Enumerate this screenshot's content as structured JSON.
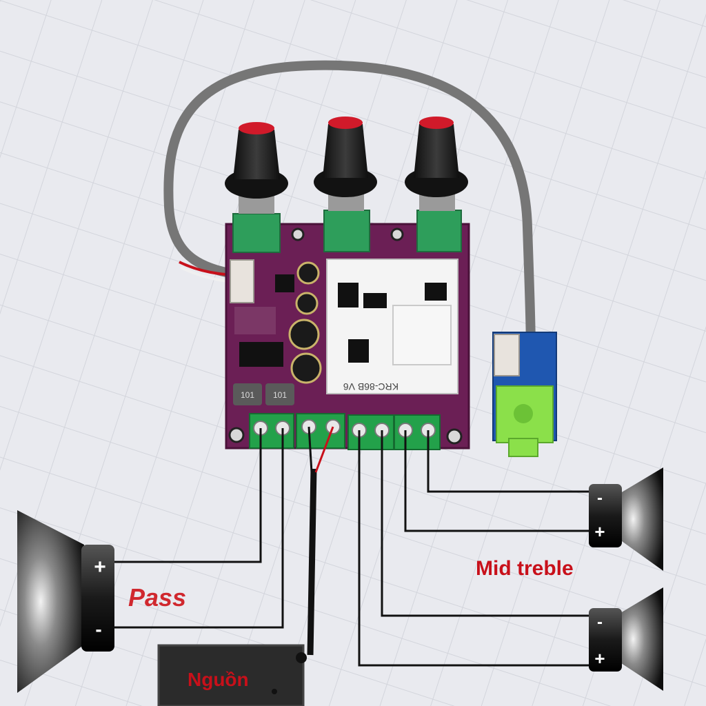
{
  "labels": {
    "bass_speaker": "Pass",
    "treble_speakers": "Mid treble",
    "power_supply": "Nguồn"
  },
  "module": {
    "silkscreen": "KRC-86B V6",
    "inductor_marking": "101"
  },
  "polarity": {
    "plus": "+",
    "minus": "-"
  },
  "colors": {
    "board": "#6b1f55",
    "terminal": "#23a14a",
    "label_red": "#c8101a",
    "wire": "#111111",
    "cable": "#767676",
    "jack": "#8be04a",
    "jack_board": "#1f57b0"
  }
}
